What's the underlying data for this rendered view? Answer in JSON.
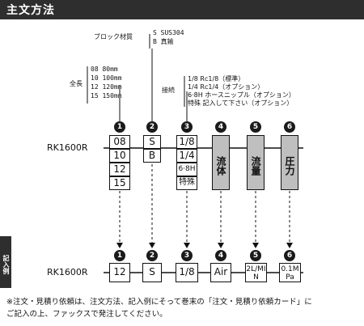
{
  "header": {
    "title": "主文方法"
  },
  "block_material": {
    "label": "ブロック材質",
    "options": [
      "S SUS304",
      "B 真鍮"
    ]
  },
  "length": {
    "label": "全長",
    "options": [
      "08  80mm",
      "10 100mm",
      "12 120mm",
      "15 150mm"
    ]
  },
  "connection": {
    "label": "接続",
    "options": [
      "1/8  Rc1/8（標準）",
      "1/4  Rc1/4（オプション）",
      "6·8H  ホースニップル（オプション）",
      "特殊  記入して下さい（オプション）"
    ]
  },
  "model": "RK1600R",
  "numbers": [
    "1",
    "2",
    "3",
    "4",
    "5",
    "6"
  ],
  "col1": [
    "08",
    "10",
    "12",
    "15"
  ],
  "col2": [
    "S",
    "B"
  ],
  "col3": [
    "1/8",
    "1/4",
    "6·8H",
    "特殊"
  ],
  "col4": "流体",
  "col5": "流量",
  "col6": "圧力",
  "example": {
    "tab": "記入例",
    "model": "RK1600R",
    "values": [
      "12",
      "S",
      "1/8",
      "Air",
      "2L/MIN",
      "0.1MPa"
    ]
  },
  "note": {
    "line1": "※注文・見積り依頼は、注文方法、記入例にそって巻末の「注文・見積り依頼カード」に",
    "line2": "ご記入の上、ファックスで発注してください。"
  }
}
